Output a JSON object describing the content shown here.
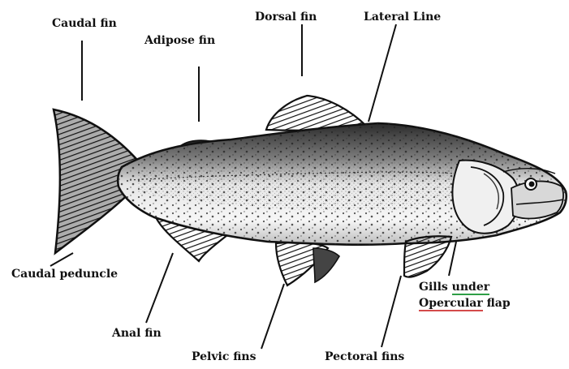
{
  "labels": {
    "caudal_fin": "Caudal fin",
    "adipose_fin": "Adipose fin",
    "dorsal_fin": "Dorsal fin",
    "lateral_line": "Lateral Line",
    "caudal_peduncle": "Caudal peduncle",
    "anal_fin": "Anal fin",
    "pelvic_fins": "Pelvic fins",
    "pectoral_fins": "Pectoral fins",
    "gills_line1_a": "Gills ",
    "gills_line1_b": "under",
    "gills_line2_a": "Opercular",
    "gills_line2_b": " flap"
  },
  "colors": {
    "ink": "#111111",
    "underline_green": "#2e9e46",
    "underline_red": "#d44a4a"
  }
}
